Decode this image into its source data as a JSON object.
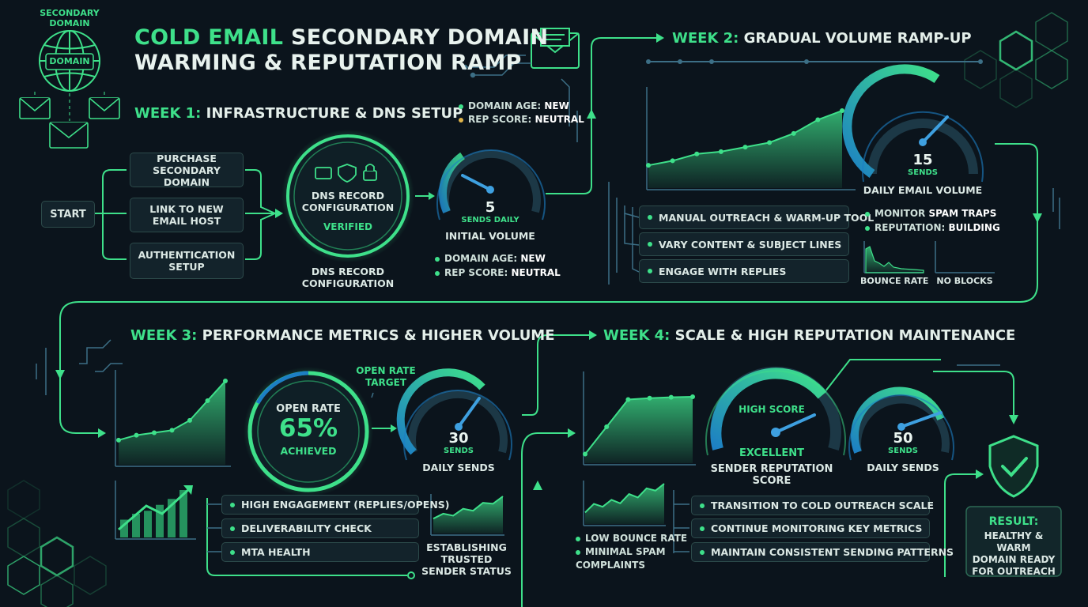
{
  "title": {
    "part1_green": "COLD EMAIL",
    "part1_rest": " SECONDARY DOMAIN",
    "line2": "WARMING & REPUTATION RAMP"
  },
  "logo": {
    "arc_text": "SECONDARY DOMAIN",
    "globe_label": "DOMAIN"
  },
  "week1": {
    "heading_week": "WEEK 1:",
    "heading_rest": " INFRASTRUCTURE & DNS SETUP",
    "start": "START",
    "steps": [
      "PURCHASE\nSECONDARY DOMAIN",
      "LINK TO NEW\nEMAIL HOST",
      "AUTHENTICATION\nSETUP"
    ],
    "dns_circle": {
      "title": "DNS RECORD\nCONFIGURATION",
      "status": "VERIFIED"
    },
    "dns_caption": "DNS RECORD\nCONFIGURATION",
    "gauge": {
      "value": "5",
      "unit": "SENDS DAILY",
      "caption": "INITIAL VOLUME"
    },
    "stats_top": [
      {
        "label": "DOMAIN AGE: ",
        "value": "NEW",
        "dot": "green"
      },
      {
        "label": "REP SCORE: ",
        "value": "NEUTRAL",
        "dot": "yellow"
      }
    ],
    "stats_bottom": [
      {
        "label": "DOMAIN AGE: ",
        "value": "NEW"
      },
      {
        "label": "REP SCORE: ",
        "value": "NEUTRAL"
      }
    ]
  },
  "week2": {
    "heading_week": "WEEK 2:",
    "heading_rest": " GRADUAL VOLUME RAMP-UP",
    "gauge": {
      "value": "15",
      "unit": "SENDS",
      "caption": "DAILY EMAIL VOLUME"
    },
    "tasks": [
      "MANUAL OUTREACH & WARM-UP TOOL",
      "VARY CONTENT & SUBJECT LINES",
      "ENGAGE WITH REPLIES"
    ],
    "stats": [
      {
        "label": "MONITOR ",
        "value": "SPAM TRAPS"
      },
      {
        "label": "REPUTATION: ",
        "value": "BUILDING"
      }
    ],
    "mini_labels": [
      "BOUNCE RATE",
      "NO BLOCKS"
    ]
  },
  "week3": {
    "heading_week": "WEEK 3:",
    "heading_rest": " PERFORMANCE METRICS & HIGHER VOLUME",
    "open_rate": {
      "title": "OPEN RATE",
      "value": "65%",
      "status": "ACHIEVED"
    },
    "target_label": "OPEN RATE\nTARGET",
    "gauge": {
      "value": "30",
      "unit": "SENDS",
      "caption": "DAILY SENDS"
    },
    "tasks": [
      "HIGH ENGAGEMENT (REPLIES/OPENS)",
      "DELIVERABILITY CHECK",
      "MTA HEALTH"
    ],
    "trust_caption": "ESTABLISHING\nTRUSTED\nSENDER STATUS"
  },
  "week4": {
    "heading_week": "WEEK 4:",
    "heading_rest": " SCALE & HIGH REPUTATION MAINTENANCE",
    "rep_gauge": {
      "top": "HIGH SCORE",
      "status": "EXCELLENT",
      "caption": "SENDER REPUTATION\nSCORE"
    },
    "gauge": {
      "value": "50",
      "unit": "SENDS",
      "caption": "DAILY SENDS"
    },
    "stats": [
      "LOW BOUNCE RATE",
      "MINIMAL SPAM\nCOMPLAINTS"
    ],
    "tasks": [
      "TRANSITION TO COLD OUTREACH SCALE",
      "CONTINUE MONITORING KEY METRICS",
      "MAINTAIN CONSISTENT SENDING PATTERNS"
    ]
  },
  "result": {
    "title": "RESULT:",
    "body": "HEALTHY & WARM\nDOMAIN READY\nFOR OUTREACH"
  },
  "chart_data": [
    {
      "type": "area",
      "name": "week2-volume-trend",
      "values": [
        5,
        6,
        7.5,
        8,
        9,
        10,
        12,
        15,
        17
      ]
    },
    {
      "type": "line",
      "name": "week3-growth",
      "values": [
        5,
        6,
        6.5,
        7,
        9,
        13,
        17
      ]
    },
    {
      "type": "bar",
      "name": "week3-bars",
      "values": [
        3,
        4,
        4.5,
        5.5,
        6.5,
        8
      ]
    },
    {
      "type": "area",
      "name": "week3-trust",
      "values": [
        3,
        4,
        3.6,
        5,
        4.6,
        6.2,
        6,
        7.5
      ]
    },
    {
      "type": "area",
      "name": "week4-scale",
      "values": [
        2,
        8,
        14,
        14.3,
        14.5,
        14.6
      ]
    },
    {
      "type": "area",
      "name": "week4-stability",
      "values": [
        2,
        3.5,
        3,
        4.2,
        3.6,
        5.2,
        4.6,
        6.2,
        5.8,
        7
      ]
    }
  ],
  "colors": {
    "accent": "#3ee08a",
    "background": "#0b141c",
    "panel": "#13232b",
    "warning": "#e0b44a"
  }
}
